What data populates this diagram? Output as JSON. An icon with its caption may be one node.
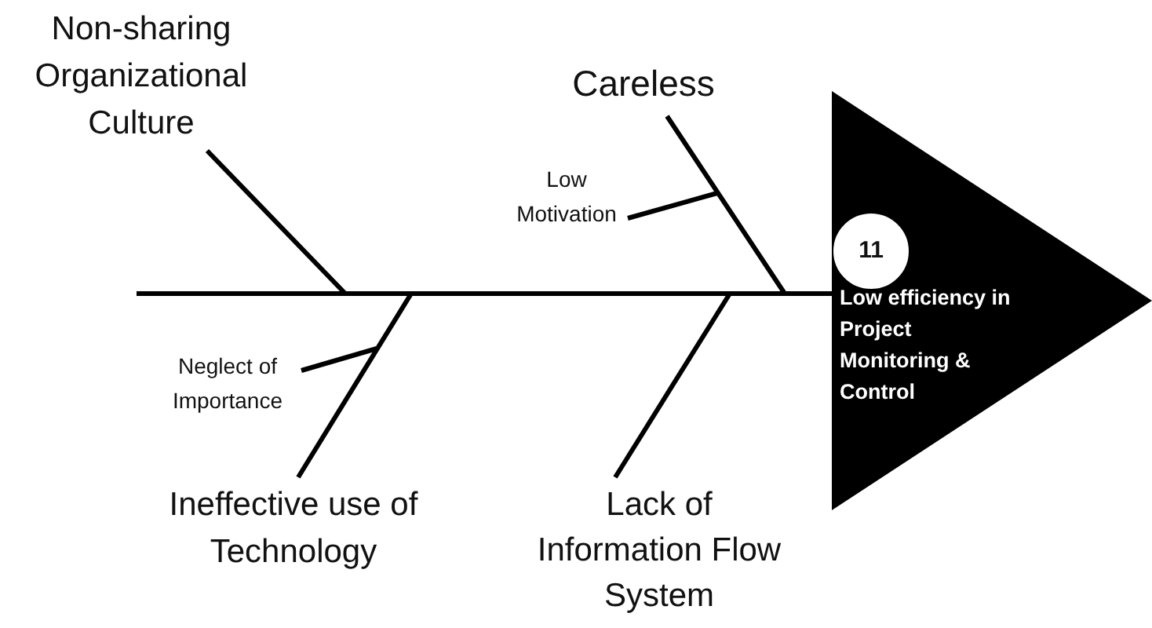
{
  "diagram": {
    "nodes": [
      {
        "text": [
          "Non-sharing Organizational Culture"
        ]
      },
      {
        "text": [
          "Careless"
        ]
      },
      {
        "text": [
          "Low Motivation"
        ]
      },
      {
        "text": [
          "Low efficiency in Project Monitoring & Control"
        ]
      },
      {
        "text": [
          "11"
        ],
        "in": 3
      },
      {
        "text": [
          "Neglect of Importance"
        ]
      },
      {
        "text": [
          "Ineffective use of Technology"
        ]
      },
      {
        "text": [
          "Lack of Information Flow System"
        ]
      }
    ],
    "edges": [
      {
        "from": null,
        "to": 3,
        "arrow": "none"
      },
      {
        "from": 0,
        "to": null,
        "arrow": "none"
      },
      {
        "from": 1,
        "to": null,
        "arrow": "none"
      },
      {
        "from": 2,
        "to": null,
        "arrow": "none"
      },
      {
        "from": 6,
        "to": null,
        "arrow": "none"
      },
      {
        "from": 5,
        "to": null,
        "arrow": "none"
      },
      {
        "from": 7,
        "to": null,
        "arrow": "none"
      }
    ]
  }
}
